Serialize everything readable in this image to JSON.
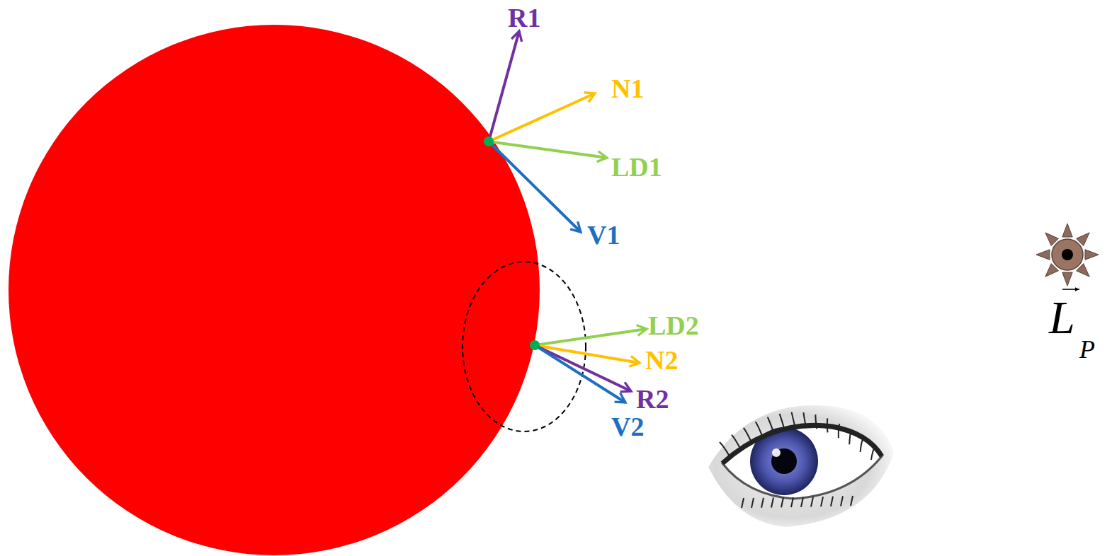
{
  "diagram": {
    "labels": [
      "R1",
      "N1",
      "LD1",
      "V1",
      "LD2",
      "N2",
      "R2",
      "V2",
      "L",
      "P"
    ]
  }
}
